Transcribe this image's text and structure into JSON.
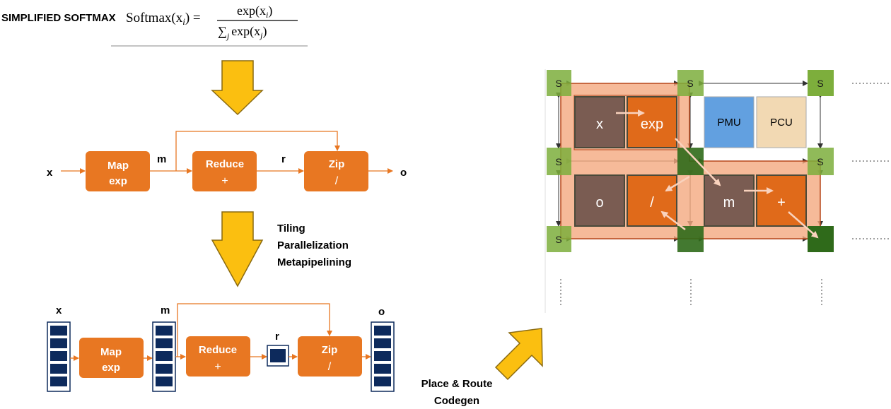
{
  "title": "SIMPLIFIED SOFTMAX",
  "formula": {
    "lhs": "Softmax(x",
    "lhs_sub": "i",
    "eq": ") =",
    "numerator": "exp(x",
    "numerator_sub": "i",
    "numerator_end": ")",
    "denominator_sum": "∑",
    "denominator_sub": "j",
    "denominator": "exp(x",
    "denominator_sub2": "j",
    "denominator_end": ")"
  },
  "pipeline1": {
    "input": "x",
    "output": "o",
    "wire_m": "m",
    "wire_r": "r",
    "blocks": [
      {
        "line1": "Map",
        "line2": "exp"
      },
      {
        "line1": "Reduce",
        "line2": "+"
      },
      {
        "line1": "Zip",
        "line2": "/"
      }
    ]
  },
  "transform_steps": [
    "Tiling",
    "Parallelization",
    "Metapipelining"
  ],
  "pipeline2": {
    "label_x": "x",
    "label_m": "m",
    "label_r": "r",
    "label_o": "o",
    "blocks": [
      {
        "line1": "Map",
        "line2": "exp"
      },
      {
        "line1": "Reduce",
        "line2": "+"
      },
      {
        "line1": "Zip",
        "line2": "/"
      }
    ]
  },
  "place_route": [
    "Place & Route",
    "Codegen"
  ],
  "grid": {
    "switch_label": "S",
    "pmu": "PMU",
    "pcu": "PCU",
    "cells": [
      "x",
      "exp",
      "o",
      "/",
      "m",
      "+"
    ]
  },
  "colors": {
    "orange": "#e87722",
    "arrow_yellow": "#fbbf10",
    "arrow_outline": "#8a6a10",
    "switch_green": "#7dae3c",
    "switch_dark": "#2f6a1a",
    "pmu_blue": "#62a0e0",
    "pcu_tan": "#f2d9b3",
    "cell_brown": "#7a5c52",
    "cell_orange": "#e06a1a",
    "highlight": "#f4a980",
    "navy": "#0d2a5c"
  }
}
